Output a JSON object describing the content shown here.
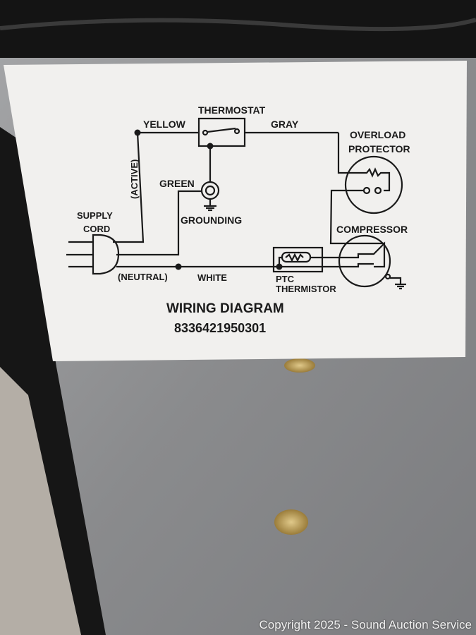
{
  "label": {
    "title": "WIRING DIAGRAM",
    "part_number": "8336421950301",
    "components": {
      "thermostat": "THERMOSTAT",
      "overload_line1": "OVERLOAD",
      "overload_line2": "PROTECTOR",
      "compressor": "COMPRESSOR",
      "supply_line1": "SUPPLY",
      "supply_line2": "CORD",
      "grounding": "GROUNDING",
      "ptc_line1": "PTC",
      "ptc_line2": "THERMISTOR"
    },
    "wires": {
      "yellow": "YELLOW",
      "gray": "GRAY",
      "green": "GREEN",
      "white": "WHITE",
      "active": "(ACTIVE)",
      "neutral": "(NEUTRAL)"
    }
  },
  "watermark": "Copyright 2025 - Sound Auction Service",
  "colors": {
    "label": "#f1f0ee",
    "ink": "#1a1a1a",
    "metal": "#8d8e90",
    "frame": "#161616"
  }
}
